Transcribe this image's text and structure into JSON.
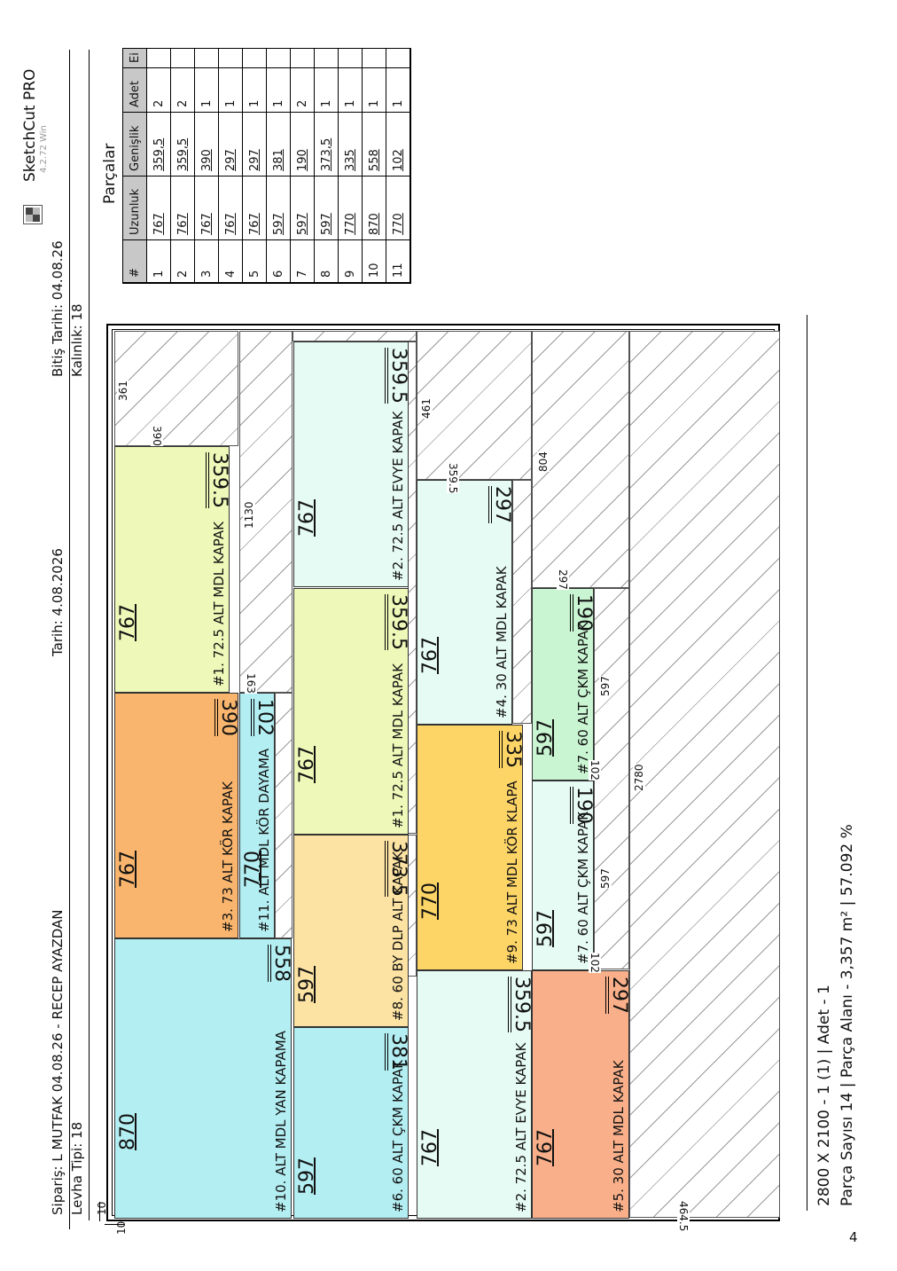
{
  "app": {
    "name": "SketchCut PRO",
    "version": "4.2.72 Win"
  },
  "header": {
    "order_label": "Sipariş:",
    "order_value": "L MUTFAK 04.08.26 - RECEP AYAZDAN",
    "sheet_type_label": "Levha Tipi:",
    "sheet_type_value": "18",
    "date_label": "Tarih:",
    "date_value": "4.08.2026",
    "end_date_label": "Bitiş Tarihi:",
    "end_date_value": "04.08.26",
    "thickness_label": "Kalınlık:",
    "thickness_value": "18"
  },
  "parts_table": {
    "title": "Parçalar",
    "columns": [
      "#",
      "Uzunluk",
      "Genişlik",
      "Adet",
      "Ei"
    ],
    "rows": [
      [
        "1",
        "767",
        "359,5",
        "2",
        ""
      ],
      [
        "2",
        "767",
        "359,5",
        "2",
        ""
      ],
      [
        "3",
        "767",
        "390",
        "1",
        ""
      ],
      [
        "4",
        "767",
        "297",
        "1",
        ""
      ],
      [
        "5",
        "767",
        "297",
        "1",
        ""
      ],
      [
        "6",
        "597",
        "381",
        "1",
        ""
      ],
      [
        "7",
        "597",
        "190",
        "2",
        ""
      ],
      [
        "8",
        "597",
        "373,5",
        "1",
        ""
      ],
      [
        "9",
        "770",
        "335",
        "1",
        ""
      ],
      [
        "10",
        "870",
        "558",
        "1",
        ""
      ],
      [
        "11",
        "770",
        "102",
        "1",
        ""
      ]
    ]
  },
  "edge_marks": {
    "left": "10",
    "bottom": "10"
  },
  "pieces": [
    {
      "label": "#1. 72.5 ALT MDL KAPAK",
      "len": "767",
      "wid": "359.5",
      "color": "#eef8b8"
    },
    {
      "label": "#3. 73 ALT KÖR KAPAK",
      "len": "767",
      "wid": "390",
      "color": "#f9b56e"
    },
    {
      "label": "#10. ALT MDL YAN KAPAMA",
      "len": "870",
      "wid": "558",
      "color": "#b3eef2"
    },
    {
      "label": "#11. ALT MDL KÖR DAYAMA",
      "len": "770",
      "wid": "102",
      "color": "#b3eef2"
    },
    {
      "label": "#2. 72.5 ALT EVYE KAPAK",
      "len": "767",
      "wid": "359.5",
      "color": "#e6fbf3"
    },
    {
      "label": "#1. 72.5 ALT MDL KAPAK",
      "len": "767",
      "wid": "359.5",
      "color": "#eef8b8"
    },
    {
      "label": "#8. 60 BY DLP ALT KAPAK",
      "len": "597",
      "wid": "373.5",
      "color": "#fde3a3"
    },
    {
      "label": "#6. 60 ALT  ÇKM KAPAK",
      "len": "597",
      "wid": "381",
      "color": "#b3eef2"
    },
    {
      "label": "#4. 30 ALT MDL KAPAK",
      "len": "767",
      "wid": "297",
      "color": "#e6fbf3"
    },
    {
      "label": "#9. 73 ALT MDL KÖR KLAPA",
      "len": "770",
      "wid": "335",
      "color": "#fdd466"
    },
    {
      "label": "#2. 72.5 ALT EVYE KAPAK",
      "len": "767",
      "wid": "359.5",
      "color": "#e6fbf3"
    },
    {
      "label": "#7. 60 ALT ÇKM KAPAK",
      "len": "597",
      "wid": "190",
      "color": "#c9f5d2"
    },
    {
      "label": "#7. 60 ALT ÇKM KAPAK",
      "len": "597",
      "wid": "190",
      "color": "#e6fbf3"
    },
    {
      "label": "#5. 30 ALT MDL KAPAK",
      "len": "767",
      "wid": "297",
      "color": "#f9b08a"
    }
  ],
  "waste_labels": {
    "w361": "361",
    "w390": "390",
    "w1130": "1130",
    "w163": "163",
    "w461": "461",
    "w3595": "359.5",
    "w804": "804",
    "w297": "297",
    "w597a": "597",
    "w102a": "102",
    "w597b": "597",
    "w102b": "102",
    "w2780": "2780",
    "w4645": "464.5"
  },
  "footer": {
    "line1": "2800 X 2100  -  1  (1)  |  Adet - 1",
    "line2": "Parça Sayısı 14  |  Parça Alanı - 3,357 m²  |  57.092 %",
    "page": "4"
  }
}
